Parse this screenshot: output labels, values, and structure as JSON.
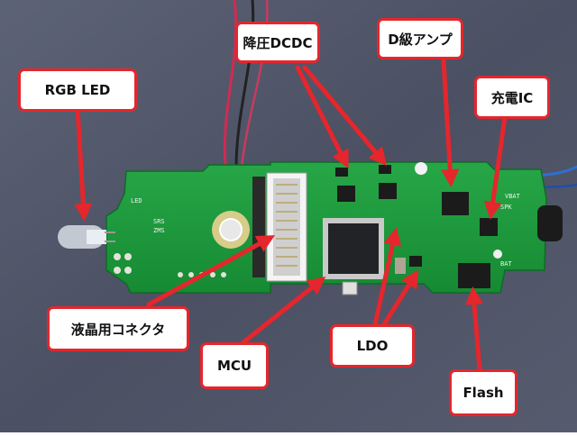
{
  "callouts": {
    "rgb_led": "RGB LED",
    "dcdc": "降圧DCDC",
    "d_amp": "D級アンプ",
    "charge_ic": "充電IC",
    "lcd_connector": "液晶用コネクタ",
    "mcu": "MCU",
    "ldo": "LDO",
    "flash": "Flash"
  },
  "board": {
    "silk_text": [
      "SRS",
      "ZMS",
      "LED",
      "SPK",
      "BAT",
      "VBAT"
    ]
  },
  "colors": {
    "callout_border": "#e5262c",
    "arrow": "#e5262c",
    "pcb": "#1d9a3a",
    "background": "#52576b"
  }
}
